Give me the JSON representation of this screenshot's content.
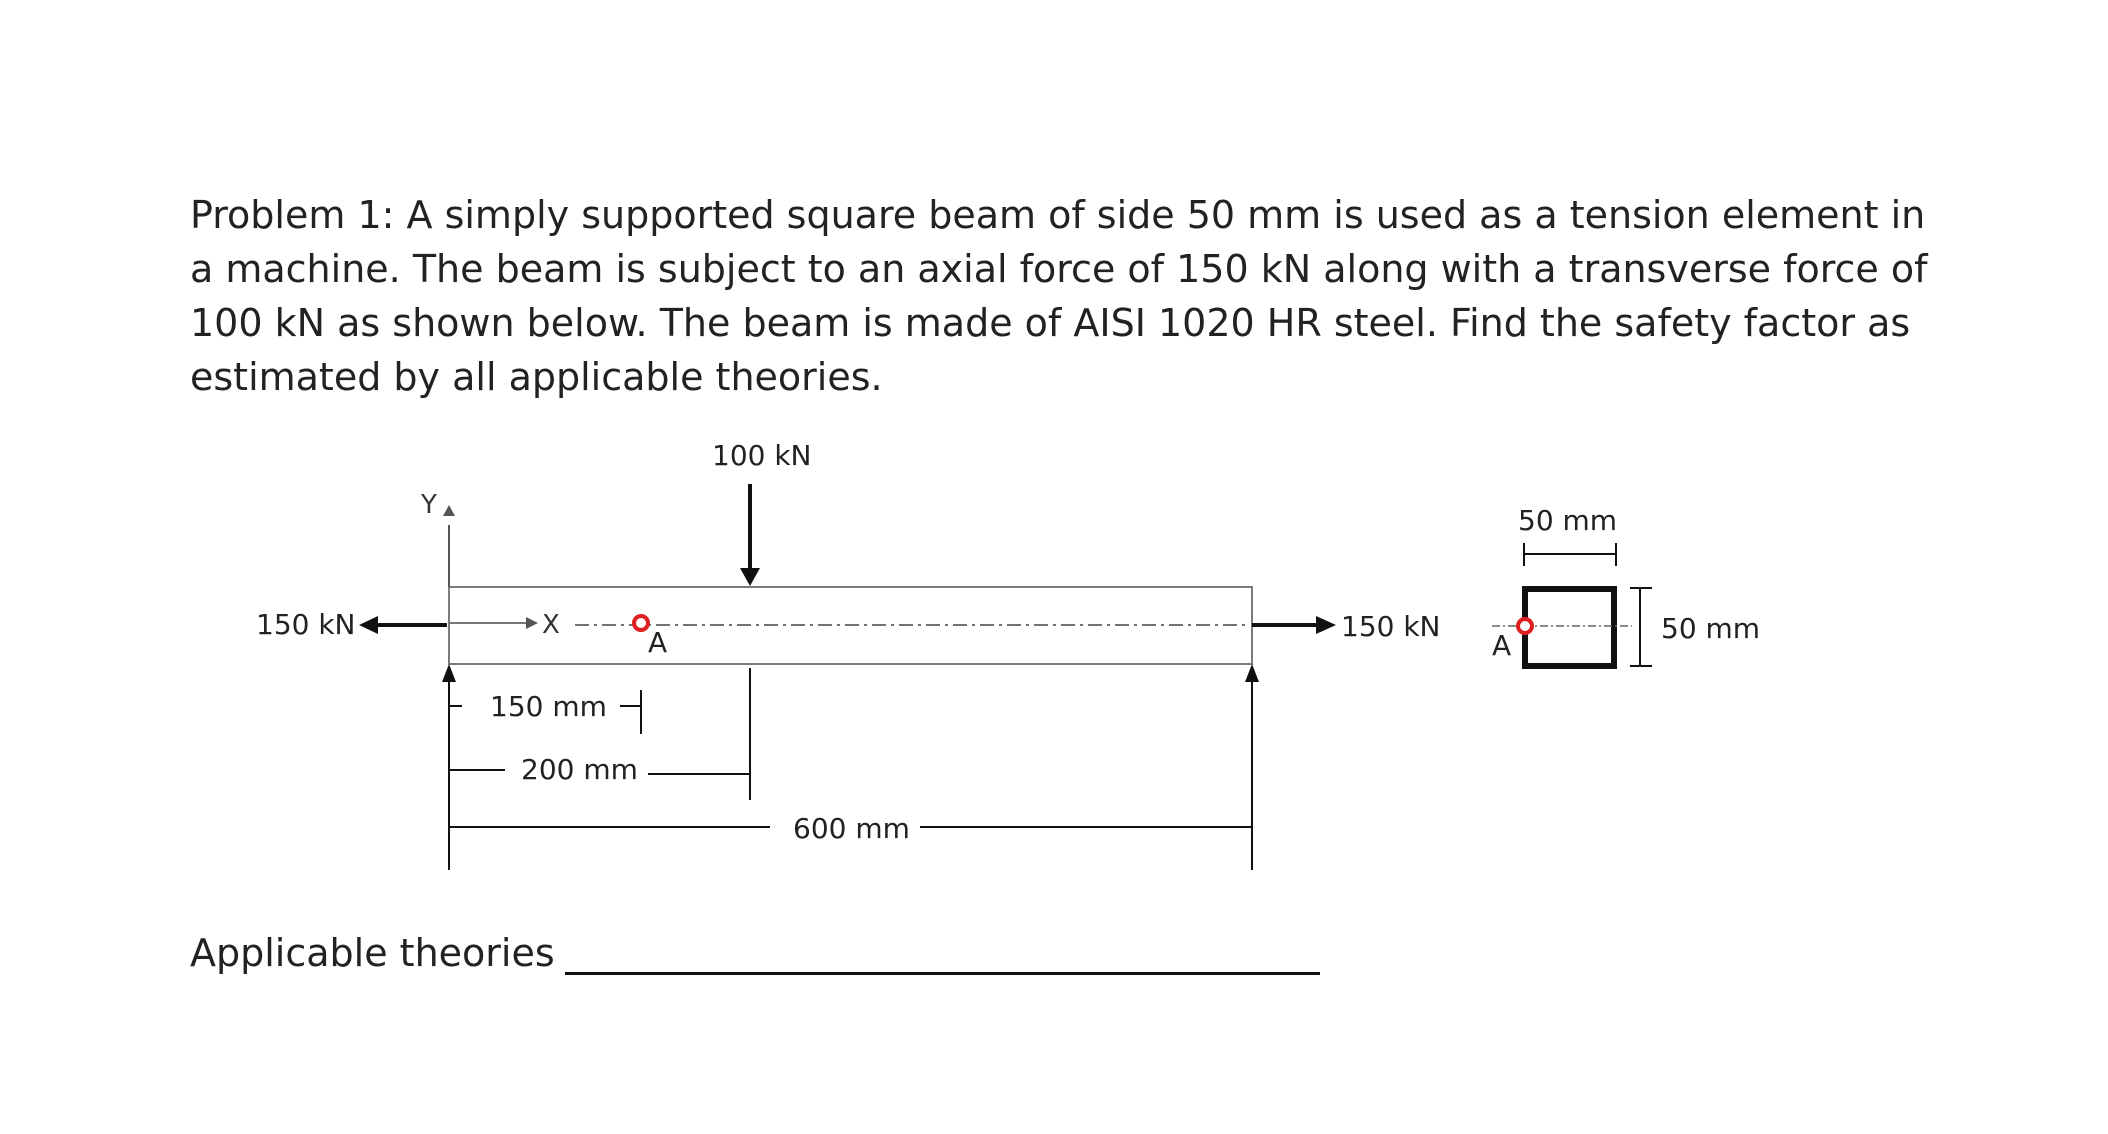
{
  "problem": {
    "label": "Problem 1",
    "text": ": A simply supported square beam of side 50 mm is used as a tension element in a machine. The beam is subject to an axial force of 150 kN along with a transverse force of 100 kN as shown below. The beam is made of AISI 1020 HR steel. Find the safety factor as estimated by all applicable theories."
  },
  "diagram": {
    "transverse_force": "100 kN",
    "axial_force_left": "150 kN",
    "axial_force_right": "150 kN",
    "axis_y": "Y",
    "axis_x": "X",
    "point_label": "A",
    "dim_150": "150 mm",
    "dim_200": "200 mm",
    "dim_600": "600 mm",
    "section_width": "50 mm",
    "section_height": "50 mm",
    "section_point_label": "A"
  },
  "answer": {
    "label": "Applicable theories"
  },
  "colors": {
    "point_marker": "#e02020",
    "beam_stroke": "#7a7a7a",
    "line": "#111111"
  }
}
